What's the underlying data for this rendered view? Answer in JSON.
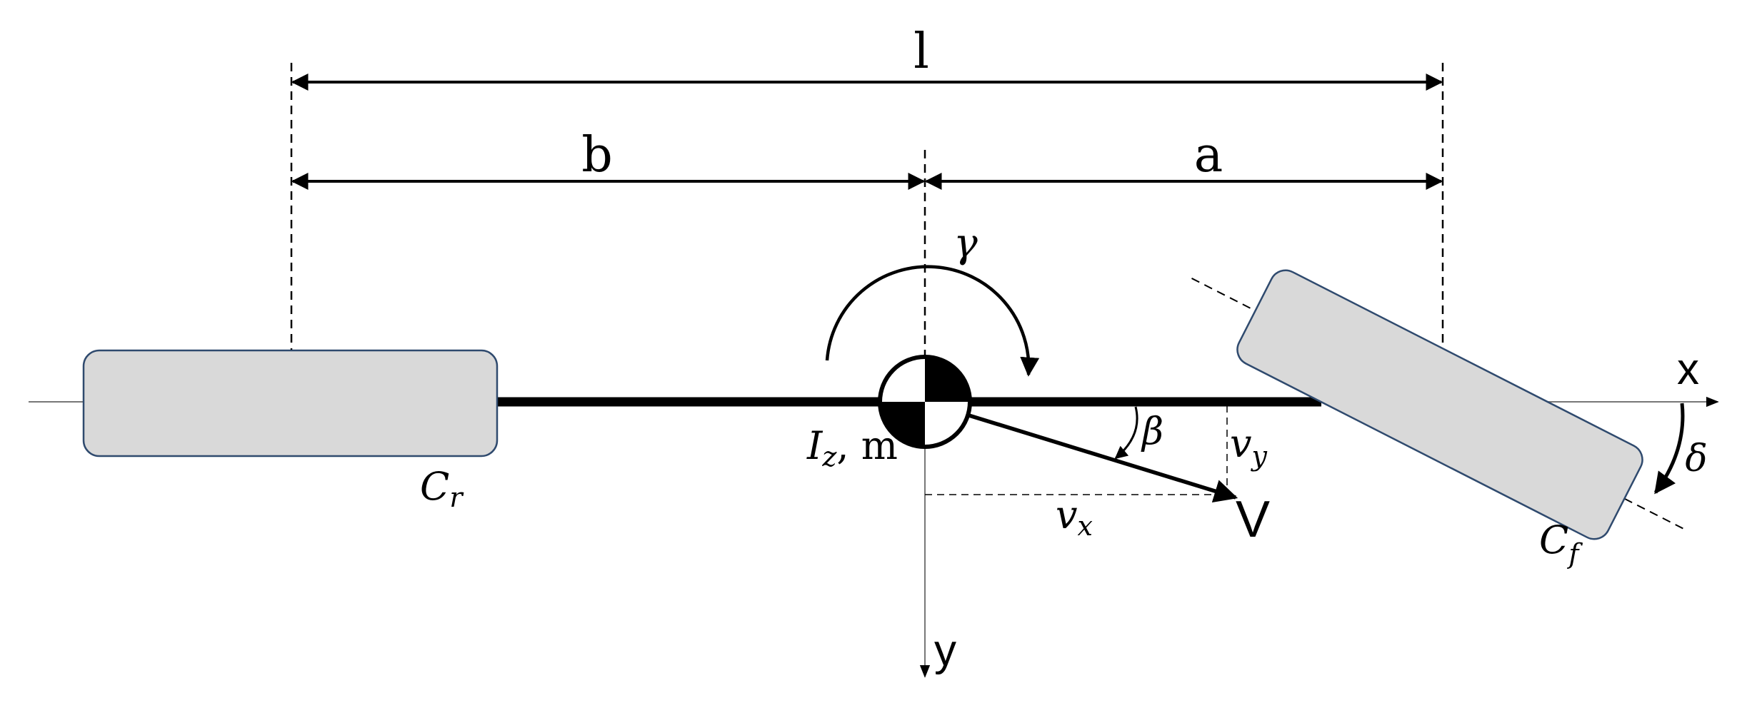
{
  "labels": {
    "wheelbase": "l",
    "rear_distance": "b",
    "front_distance": "a",
    "yaw_rate": "γ",
    "inertia_main": "I",
    "inertia_sub": "z",
    "inertia_tail": ", m",
    "rear_stiffness_main": "C",
    "rear_stiffness_sub": "r",
    "front_stiffness_main": "C",
    "front_stiffness_sub": "f",
    "slip_angle": "β",
    "vy_main": "v",
    "vy_sub": "y",
    "vx_main": "v",
    "vx_sub": "x",
    "velocity": "V",
    "x_axis": "x",
    "y_axis": "y",
    "steer_angle": "δ"
  },
  "colors": {
    "wheel_fill": "#d9d9d9",
    "wheel_stroke": "#2f4a6e",
    "line": "#000000"
  }
}
